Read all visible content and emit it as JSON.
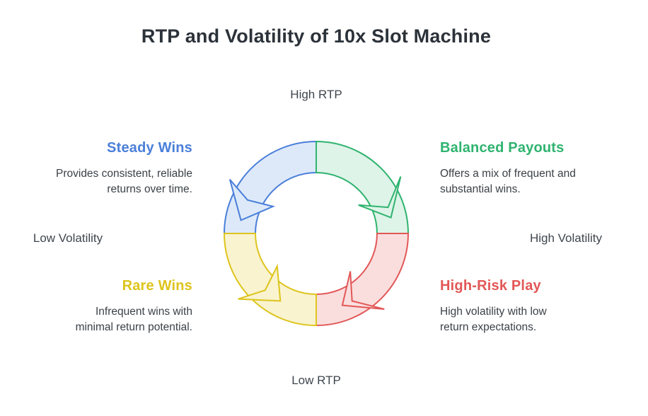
{
  "title": "RTP and Volatility of 10x Slot Machine",
  "axis_labels": {
    "top": "High RTP",
    "bottom": "Low RTP",
    "left": "Low Volatility",
    "right": "High Volatility"
  },
  "diagram": {
    "type": "cycle-quadrant",
    "segment_count": 4
  },
  "quadrants": [
    {
      "id": "steady-wins",
      "position": "top-left",
      "heading": "Steady Wins",
      "description": "Provides consistent, reliable\nreturns over time.",
      "color": "#4a7fd9",
      "arc_fill": "#dde9f9"
    },
    {
      "id": "balanced-payouts",
      "position": "top-right",
      "heading": "Balanced Payouts",
      "description": "Offers a mix of frequent and\nsubstantial wins.",
      "color": "#2fb36f",
      "arc_fill": "#def4e8"
    },
    {
      "id": "rare-wins",
      "position": "bottom-left",
      "heading": "Rare Wins",
      "description": "Infrequent wins with\nminimal return potential.",
      "color": "#ddc41c",
      "arc_fill": "#f9f3cf"
    },
    {
      "id": "high-risk-play",
      "position": "bottom-right",
      "heading": "High-Risk Play",
      "description": "High volatility with low\nreturn expectations.",
      "color": "#e25757",
      "arc_fill": "#fadede"
    }
  ],
  "colors": {
    "background": "#ffffff",
    "title_text": "#2c3239",
    "axis_label_text": "#3f464e",
    "body_text": "#3b4147",
    "blue": "#4a7fd9",
    "green": "#2fb36f",
    "yellow": "#ddc41c",
    "red": "#e25757"
  }
}
